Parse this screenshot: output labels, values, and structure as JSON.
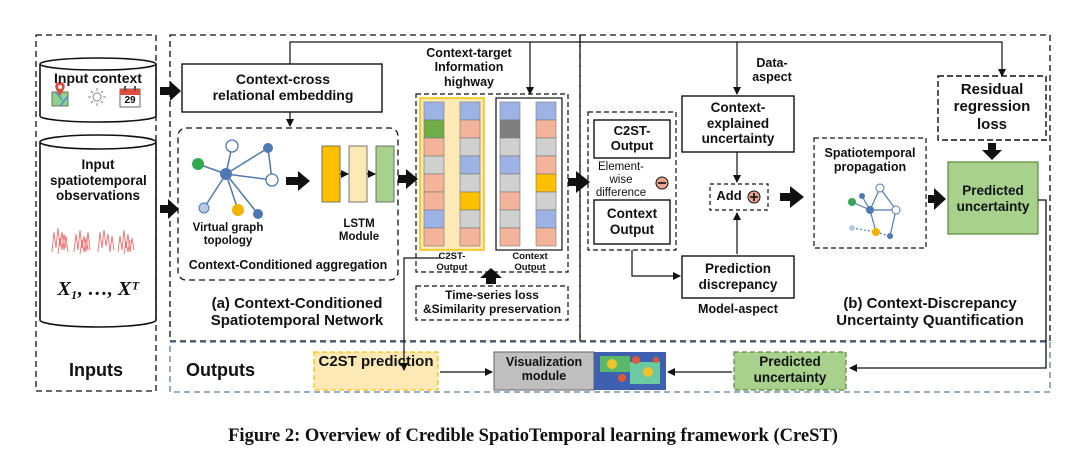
{
  "caption": "Figure 2: Overview of Credible SpatioTemporal learning framework (CreST)",
  "inputs": {
    "section_label": "Inputs",
    "input_context": "Input context",
    "calendar_day": "29",
    "input_observations": "Input spatiotemporal observations",
    "variables": "X₁, …, Xᵀ"
  },
  "network": {
    "context_cross": "Context-cross relational embedding",
    "virtual_graph": "Virtual graph topology",
    "lstm": "LSTM Module",
    "aggregation": "Context-Conditioned aggregation",
    "highway": "Context-target Information highway",
    "c2st_output_bar": "C2ST-Output",
    "context_output_bar": "Context Output",
    "loss": "Time-series loss &Similarity preservation",
    "title": "(a) Context-Conditioned Spatiotemporal Network"
  },
  "uq": {
    "data_aspect": "Data-aspect",
    "c2st_output": "C2ST-Output",
    "elementwise": "Element-wise difference",
    "context_output": "Context Output",
    "context_explained": "Context-explained uncertainty",
    "add": "Add",
    "prediction_discrepancy": "Prediction discrepancy",
    "model_aspect": "Model-aspect",
    "propagation": "Spatiotemporal propagation",
    "residual_loss": "Residual regression loss",
    "predicted_uncertainty": "Predicted uncertainty",
    "title": "(b) Context-Discrepancy Uncertainty Quantification"
  },
  "outputs": {
    "section_label": "Outputs",
    "c2st_prediction": "C2ST prediction",
    "visualization": "Visualization module",
    "predicted_uncertainty": "Predicted uncertainty"
  },
  "colors": {
    "orange_fill": "#fde9b6",
    "green_fill": "#a9d18e",
    "gray_fill": "#bfbfbf",
    "cell_blue": "#9db3e6",
    "cell_red": "#f4b39b",
    "cell_gray": "#d0d0d0",
    "cell_orange": "#fdc000",
    "cell_green": "#70ad47"
  }
}
